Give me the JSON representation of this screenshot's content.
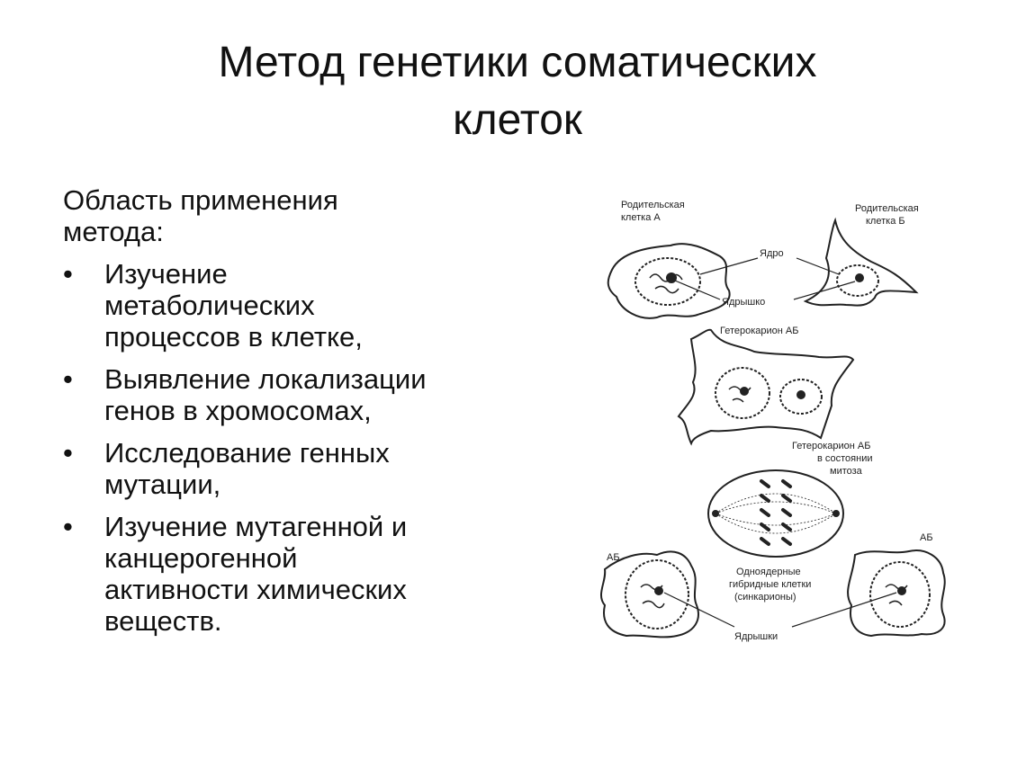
{
  "title": {
    "line1": "Метод генетики соматических",
    "line2": "клеток"
  },
  "intro": {
    "line1": "Область применения",
    "line2": "метода:"
  },
  "bullet_glyph": "•",
  "bullets": [
    {
      "lines": [
        "Изучение",
        "метаболических",
        "процессов в клетке,"
      ]
    },
    {
      "lines": [
        "Выявление локализации",
        "генов в хромосомах,"
      ]
    },
    {
      "lines": [
        "Исследование генных",
        "мутации,"
      ]
    },
    {
      "lines": [
        "Изучение мутагенной и",
        "канцерогенной",
        "активности химических",
        "веществ."
      ]
    }
  ],
  "diagram": {
    "parent_a": {
      "line1": "Родительская",
      "line2": "клетка А"
    },
    "parent_b": {
      "line1": "Родительская",
      "line2": "клетка Б"
    },
    "nucleus": "Ядро",
    "nucleolus": "Ядрышко",
    "heterokaryon": "Гетерокарион АБ",
    "heterokaryon_mitosis": {
      "line1": "Гетерокарион АБ",
      "line2": "в состоянии",
      "line3": "митоза"
    },
    "ab_left": "АБ",
    "ab_right": "АБ",
    "hybrid": {
      "line1": "Одноядерные",
      "line2": "гибридные клетки",
      "line3": "(синкарионы)"
    },
    "nucleoli": "Ядрышки"
  }
}
